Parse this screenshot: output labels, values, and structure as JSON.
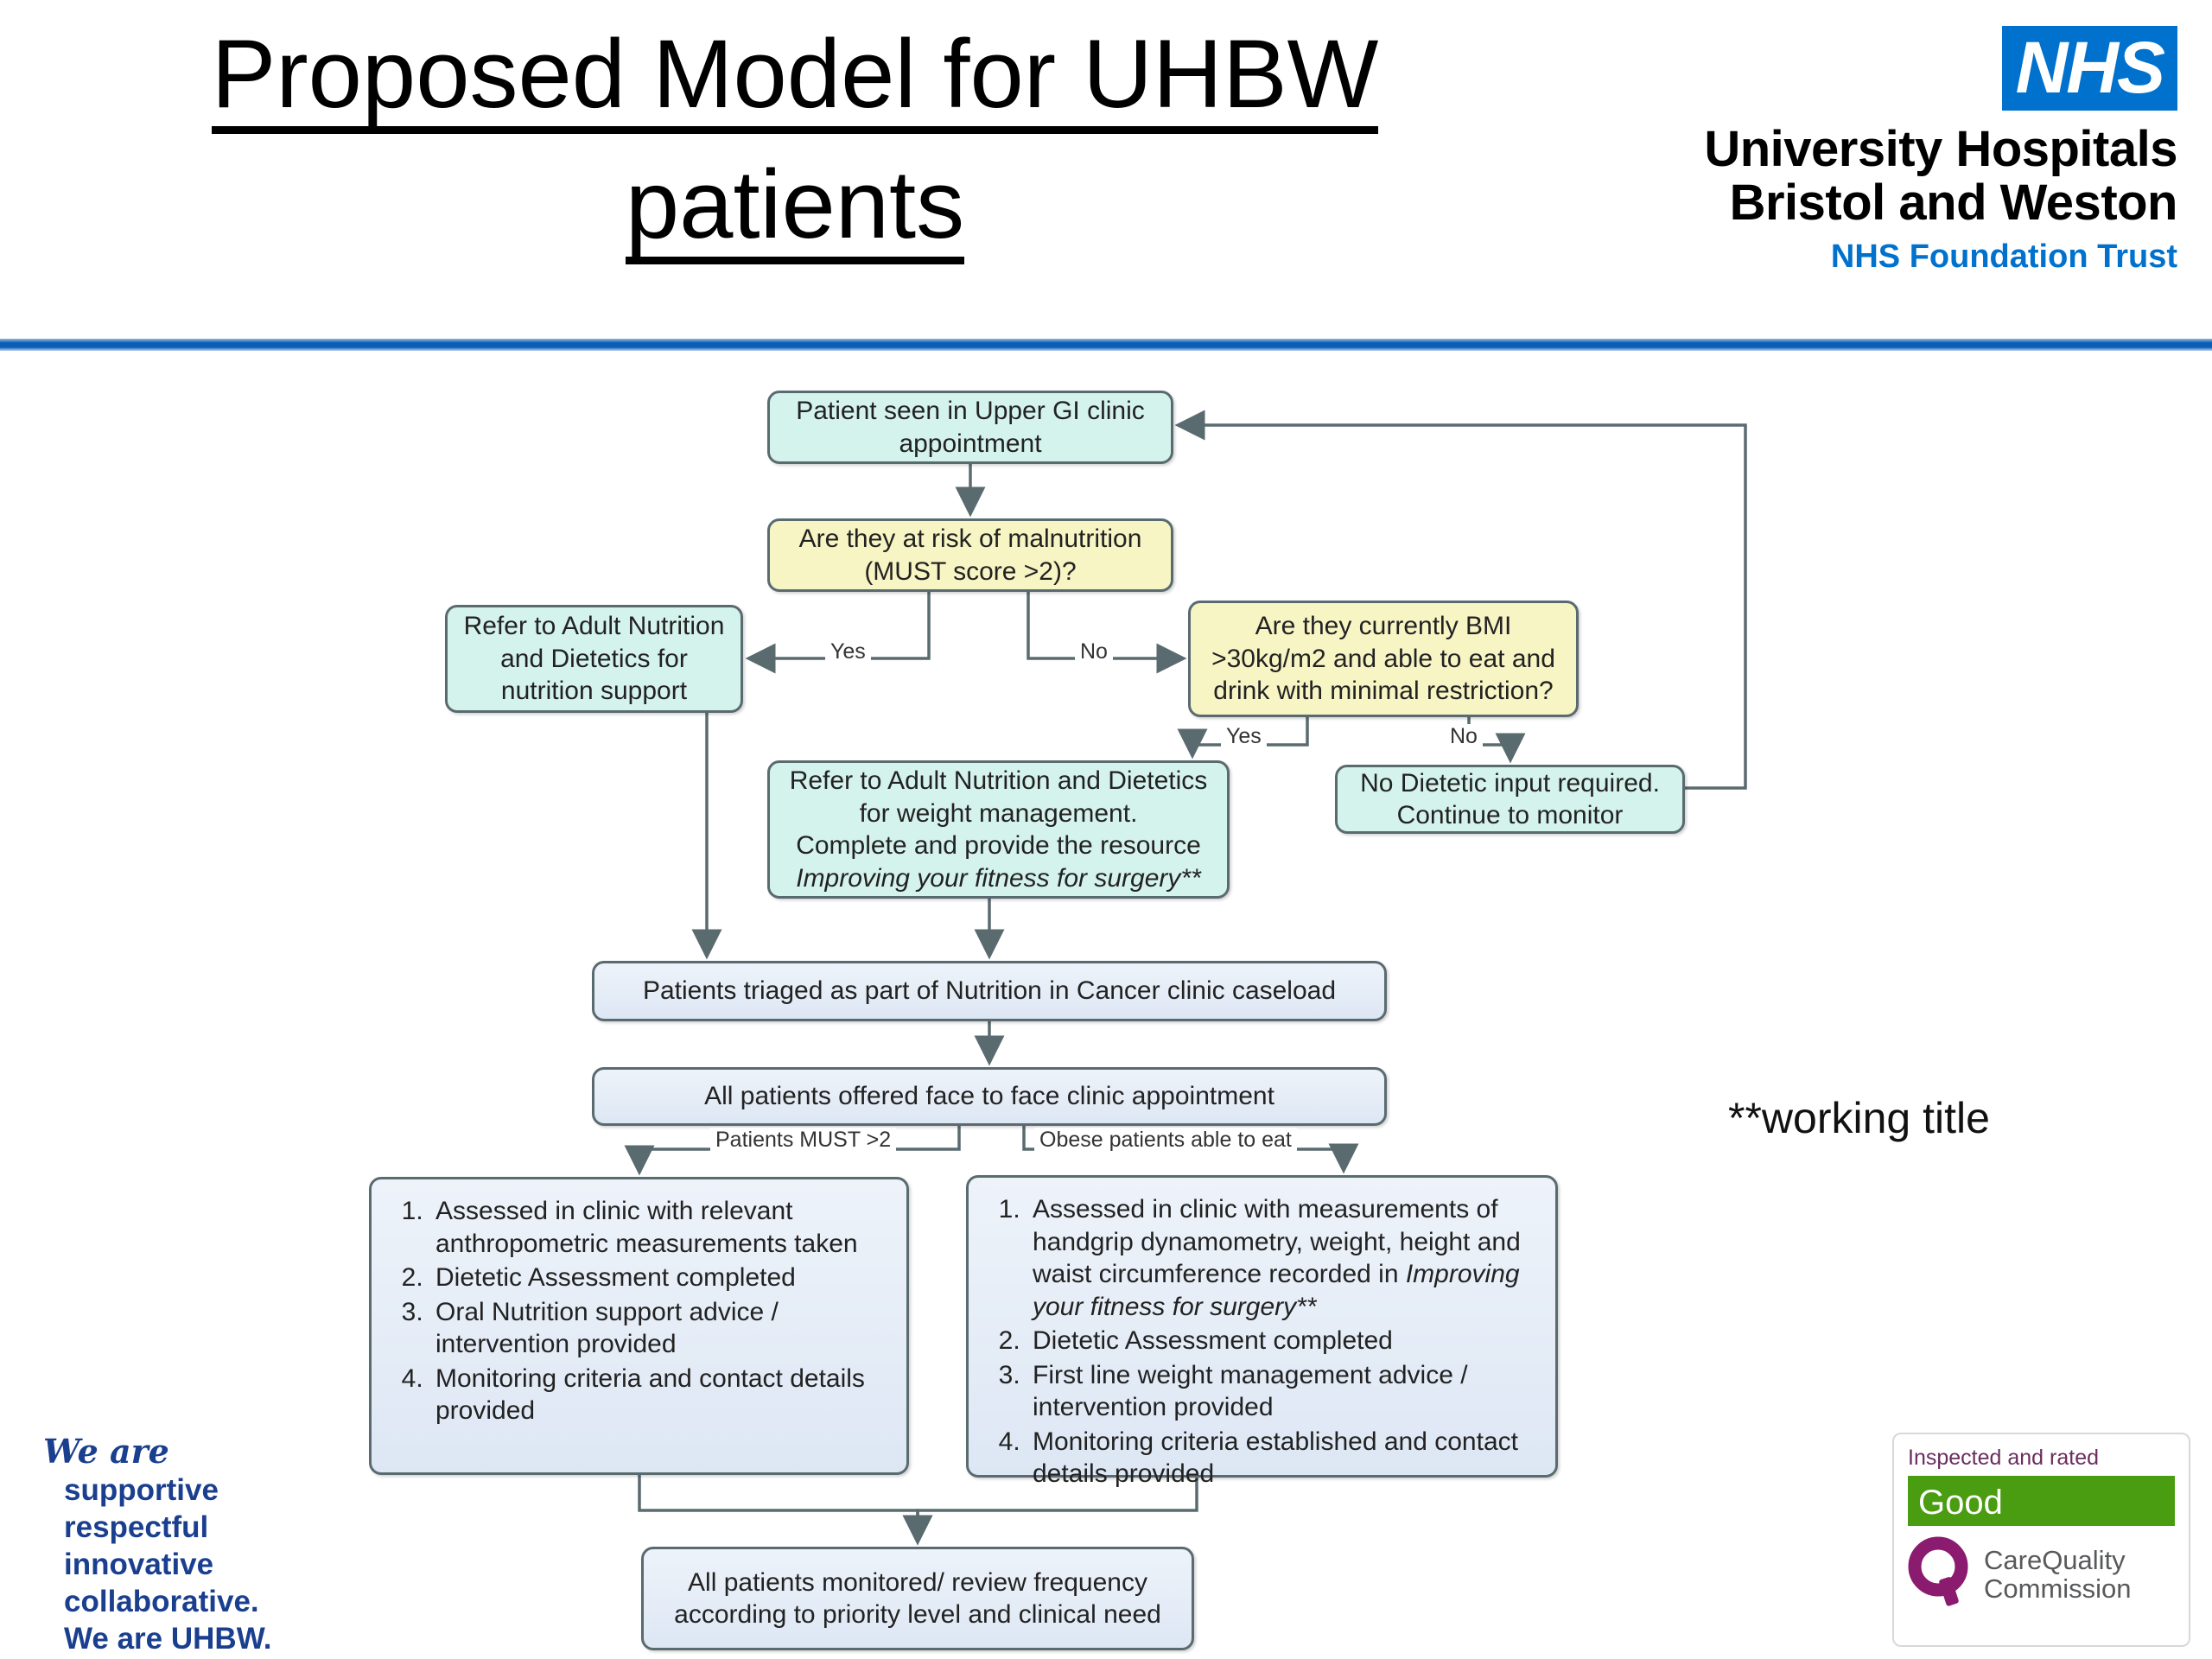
{
  "header": {
    "title_line1": "Proposed Model for UHBW",
    "title_line2": "patients",
    "nhs_logo_text": "NHS",
    "trust_name_line1": "University Hospitals",
    "trust_name_line2": "Bristol and Weston",
    "trust_sub": "NHS Foundation Trust",
    "brand_blue": "#0072CE",
    "divider_blue": "#0b5cb5"
  },
  "flowchart": {
    "type": "flowchart",
    "nodes": {
      "upper_gi": "Patient seen in Upper GI clinic appointment",
      "risk": "Are they at risk of malnutrition (MUST score >2)?",
      "refer_nutrition_support_l1": "Refer to Adult Nutrition",
      "refer_nutrition_support_l2": "and Dietetics for",
      "refer_nutrition_support_l3": "nutrition support",
      "bmi_question": "Are they currently BMI >30kg/m2 and able to eat and drink with minimal restriction?",
      "refer_weight_l1": "Refer to Adult Nutrition and Dietetics",
      "refer_weight_l2": "for weight management.",
      "refer_weight_l3": "Complete and provide the resource",
      "refer_weight_l4_italic": "Improving your fitness for surgery**",
      "no_dietetic_l1": "No Dietetic input required.",
      "no_dietetic_l2": "Continue to monitor",
      "triage": "Patients triaged as part of Nutrition in Cancer clinic caseload",
      "offered": "All patients offered face to face clinic appointment",
      "monitored_l1": "All patients monitored/ review frequency",
      "monitored_l2": "according to priority level and clinical need"
    },
    "list_must": [
      "Assessed in clinic with relevant anthropometric measurements taken",
      "Dietetic Assessment completed",
      "Oral Nutrition support advice / intervention provided",
      "Monitoring criteria and contact details provided"
    ],
    "list_obese_item1_pre": "Assessed in clinic with measurements of handgrip dynamometry, weight, height and waist circumference recorded in ",
    "list_obese_item1_italic": "Improving your fitness for surgery**",
    "list_obese_rest": [
      "Dietetic Assessment completed",
      "First line weight management advice / intervention provided",
      "Monitoring criteria established and contact details provided"
    ],
    "edge_labels": {
      "yes1": "Yes",
      "no1": "No",
      "yes2": "Yes",
      "no2": "No",
      "must": "Patients MUST >2",
      "obese": "Obese patients able to eat"
    },
    "colors": {
      "teal": "#d4f3ec",
      "yellow": "#f7f5c4",
      "blue": "#e7eef8",
      "border": "#5a6b70"
    }
  },
  "footnote": {
    "working_title": "**working title"
  },
  "values": {
    "line1": "We are",
    "line2": "supportive",
    "line3": "respectful",
    "line4": "innovative",
    "line5": "collaborative.",
    "line6": "We are UHBW.",
    "color": "#1b3f8f"
  },
  "cqc": {
    "top_text": "Inspected and rated",
    "rating": "Good",
    "name_line1": "CareQuality",
    "name_line2": "Commission",
    "rating_color": "#4a9c11",
    "brand_purple": "#8a1b6e"
  }
}
